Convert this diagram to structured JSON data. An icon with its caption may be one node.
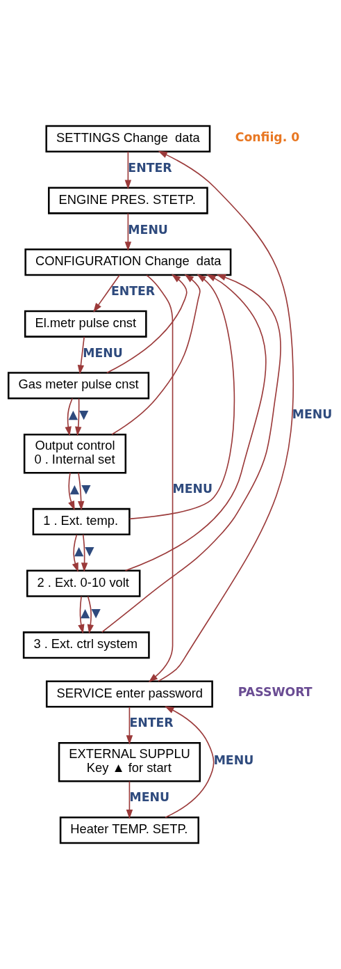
{
  "diagram": {
    "nodes": [
      {
        "text": [
          "SETTINGS Change  data"
        ]
      },
      {
        "text": [
          "ENGINE PRES. STETP."
        ]
      },
      {
        "text": [
          "CONFIGURATION Change  data"
        ]
      },
      {
        "text": [
          "El.metr pulse cnst"
        ]
      },
      {
        "text": [
          "Gas meter pulse cnst"
        ]
      },
      {
        "text": [
          "Output control",
          "0 . Internal set"
        ]
      },
      {
        "text": [
          "1 . Ext. temp."
        ]
      },
      {
        "text": [
          "2 . Ext. 0-10 volt"
        ]
      },
      {
        "text": [
          "3 . Ext. ctrl system"
        ]
      },
      {
        "text": [
          "SERVICE enter password"
        ]
      },
      {
        "text": [
          "EXTERNAL SUPPLU",
          "Key ▲ for start"
        ]
      },
      {
        "text": [
          "Heater TEMP. SETP."
        ]
      }
    ],
    "edges": [
      {
        "from": 0,
        "to": 1,
        "arrow": "to",
        "label": "ENTER"
      },
      {
        "from": 1,
        "to": 2,
        "arrow": "to",
        "label": "MENU"
      },
      {
        "from": 2,
        "to": 3,
        "arrow": "to",
        "label": "ENTER"
      },
      {
        "from": 3,
        "to": 4,
        "arrow": "to",
        "label": "MENU"
      },
      {
        "from": 4,
        "to": 5,
        "arrow": "to",
        "label": "▲"
      },
      {
        "from": 4,
        "to": 5,
        "arrow": "to",
        "label": "▼"
      },
      {
        "from": 5,
        "to": 6,
        "arrow": "to",
        "label": "▲"
      },
      {
        "from": 5,
        "to": 6,
        "arrow": "to",
        "label": "▼"
      },
      {
        "from": 6,
        "to": 7,
        "arrow": "to",
        "label": "▲"
      },
      {
        "from": 6,
        "to": 7,
        "arrow": "to",
        "label": "▼"
      },
      {
        "from": 7,
        "to": 8,
        "arrow": "to",
        "label": "▲"
      },
      {
        "from": 7,
        "to": 8,
        "arrow": "to",
        "label": "▼"
      },
      {
        "from": 4,
        "to": 2,
        "arrow": "to"
      },
      {
        "from": 5,
        "to": 2,
        "arrow": "to"
      },
      {
        "from": 6,
        "to": 2,
        "arrow": "to"
      },
      {
        "from": 7,
        "to": 2,
        "arrow": "to"
      },
      {
        "from": 8,
        "to": 2,
        "arrow": "to"
      },
      {
        "from": 2,
        "to": 9,
        "arrow": "to",
        "label": "MENU"
      },
      {
        "from": 9,
        "to": 0,
        "arrow": "to",
        "label": "MENU"
      },
      {
        "from": 9,
        "to": 10,
        "arrow": "to",
        "label": "ENTER"
      },
      {
        "from": 10,
        "to": 11,
        "arrow": "to",
        "label": "MENU"
      },
      {
        "from": 11,
        "to": 9,
        "arrow": "to",
        "label": "MENU"
      }
    ],
    "labels": [
      "Confiig. 0",
      "PASSWORT"
    ]
  }
}
